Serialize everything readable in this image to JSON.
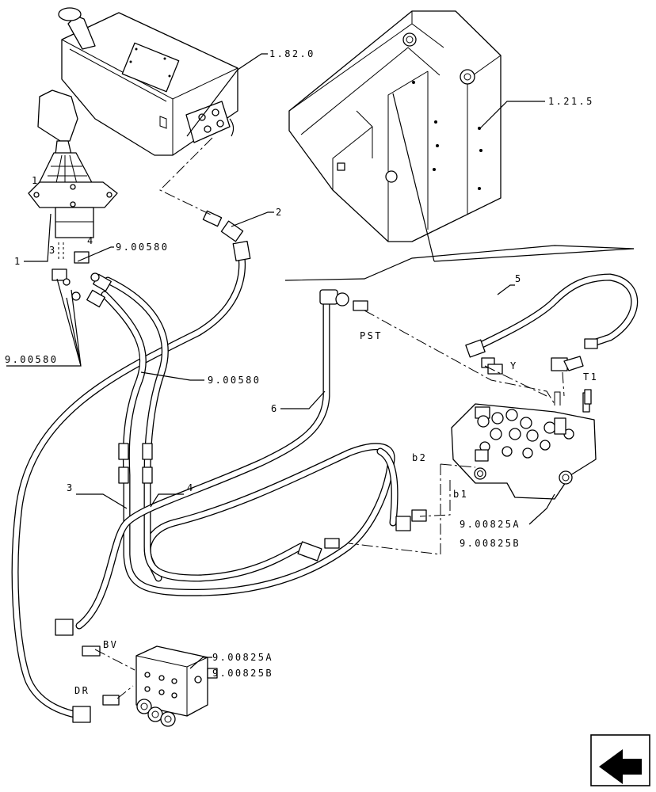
{
  "labels": {
    "ref_1820": "1.82.0",
    "ref_1215": "1.21.5",
    "item_2": "2",
    "item_1_top": "1",
    "item_1": "1",
    "item_3_top": "3",
    "item_4_top": "4",
    "ref_900580_a": "9.00580",
    "ref_900580_b": "9.00580",
    "ref_900580_c": "9.00580",
    "item_5": "5",
    "port_pst": "PST",
    "port_y": "Y",
    "port_t1": "T1",
    "item_6": "6",
    "port_b2": "b2",
    "port_b1": "b1",
    "ref_900825a_1": "9.00825A",
    "ref_900825b_1": "9.00825B",
    "item_3": "3",
    "item_4": "4",
    "port_bv": "BV",
    "port_dr": "DR",
    "ref_900825a_2": "9.00825A",
    "ref_900825b_2": "9.00825B"
  },
  "nav": {
    "arrow_icon": "arrow-left-icon"
  }
}
